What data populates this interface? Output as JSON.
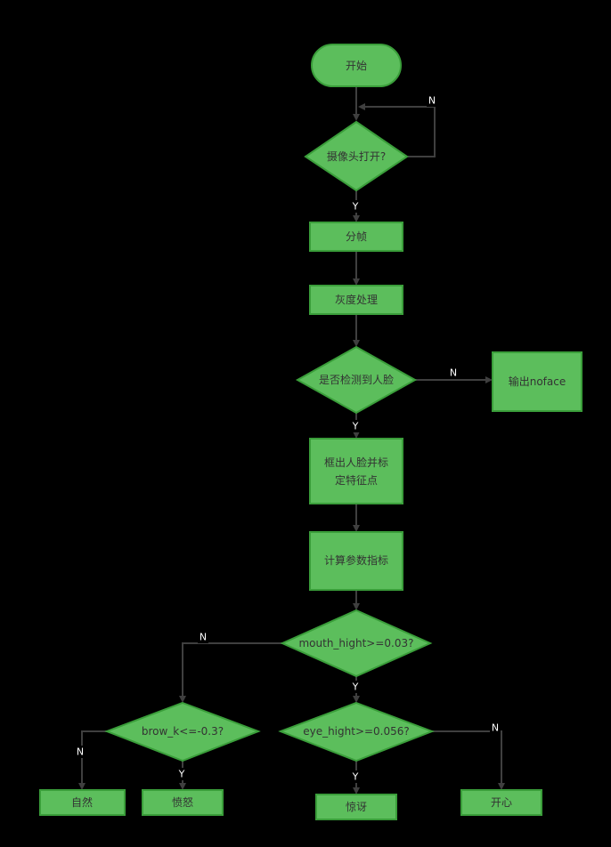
{
  "diagram": {
    "title": "emotion-detection-flowchart",
    "colors": {
      "background": "#000000",
      "node_fill": "#5cbe5c",
      "node_stroke": "#3a9e3a",
      "line_color": "#3f3f3f",
      "node_text_color": "#333333",
      "edge_label_color": "#ffffff"
    },
    "nodes": {
      "start": {
        "type": "terminator",
        "label": "开始"
      },
      "camera_check": {
        "type": "decision",
        "label": "摄像头打开?"
      },
      "split_frame": {
        "type": "process",
        "label": "分帧"
      },
      "grayscale": {
        "type": "process",
        "label": "灰度处理"
      },
      "face_detect": {
        "type": "decision",
        "label": "是否检测到人脸"
      },
      "output_noface": {
        "type": "process",
        "label": "输出noface"
      },
      "face_landmark": {
        "type": "process",
        "lines": [
          "框出人脸并标",
          "定特征点"
        ]
      },
      "compute_params": {
        "type": "process",
        "label": "计算参数指标"
      },
      "mouth_check": {
        "type": "decision",
        "label": "mouth_hight>=0.03?"
      },
      "brow_check": {
        "type": "decision",
        "label": "brow_k<=-0.3?"
      },
      "eye_check": {
        "type": "decision",
        "label": "eye_hight>=0.056?"
      },
      "natural": {
        "type": "process",
        "label": "自然"
      },
      "angry": {
        "type": "process",
        "label": "愤怒"
      },
      "surprised": {
        "type": "process",
        "label": "惊讶"
      },
      "happy": {
        "type": "process",
        "label": "开心"
      }
    },
    "edge_labels": {
      "camera_no": "N",
      "camera_yes": "Y",
      "face_no": "N",
      "face_yes": "Y",
      "mouth_no": "N",
      "mouth_yes": "Y",
      "brow_no": "N",
      "brow_yes": "Y",
      "eye_yes": "Y",
      "eye_no": "N"
    }
  }
}
